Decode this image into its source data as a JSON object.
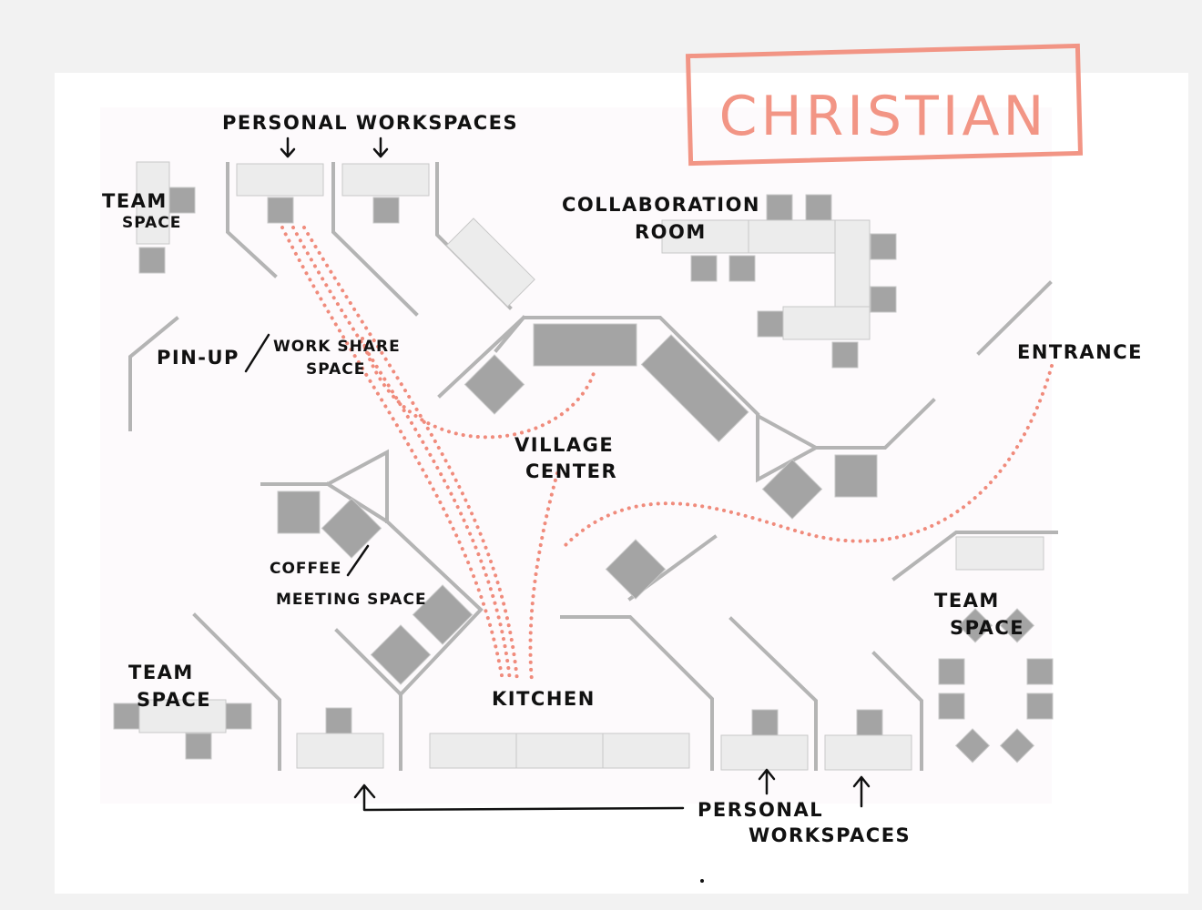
{
  "title": "CHRISTIAN",
  "colors": {
    "background": "#f2f2f2",
    "sheet": "#ffffff",
    "floor": "#fdfafc",
    "furniture_dark": "#a4a4a4",
    "furniture_light": "#ececec",
    "walls": "#b4b4b4",
    "path": "#f08b7c",
    "title": "#f29585",
    "ink": "#111111"
  },
  "labels": {
    "personal_top": "PERSONAL WORKSPACES",
    "team_tl_1": "TEAM",
    "team_tl_2": "SPACE",
    "collab_1": "COLLABORATION",
    "collab_2": "ROOM",
    "pinup_1": "PIN-UP",
    "pinup_2": "WORK SHARE",
    "pinup_3": "SPACE",
    "entrance": "ENTRANCE",
    "village_1": "VILLAGE",
    "village_2": "CENTER",
    "coffee_1": "COFFEE",
    "coffee_2": "MEETING SPACE",
    "team_r_1": "TEAM",
    "team_r_2": "SPACE",
    "team_bl_1": "TEAM",
    "team_bl_2": "SPACE",
    "kitchen": "KITCHEN",
    "personal_bottom_1": "PERSONAL",
    "personal_bottom_2": "WORKSPACES"
  }
}
